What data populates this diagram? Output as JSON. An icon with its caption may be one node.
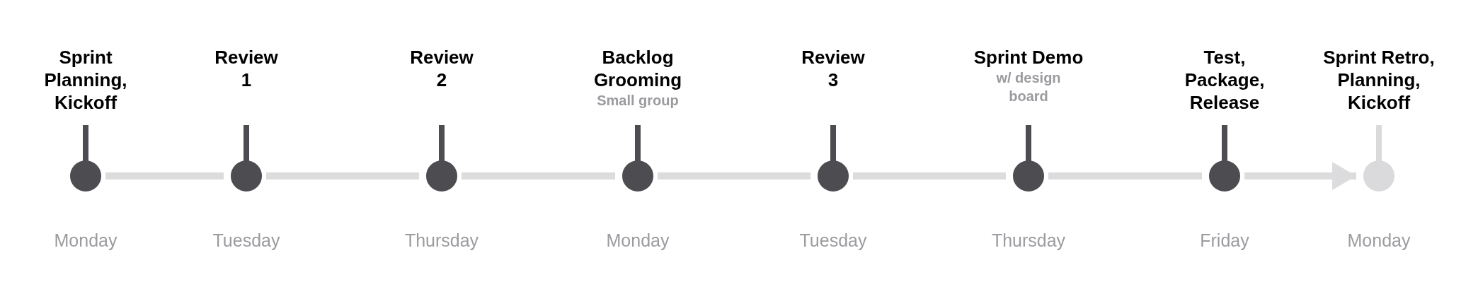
{
  "diagram": {
    "nodes": [
      {
        "text": [
          "Sprint Planning, Kickoff"
        ],
        "beside": [
          "Monday"
        ]
      },
      {
        "text": [
          "Review 1"
        ],
        "beside": [
          "Tuesday"
        ]
      },
      {
        "text": [
          "Review 2"
        ],
        "beside": [
          "Thursday"
        ]
      },
      {
        "text": [
          "Backlog Grooming",
          "Small group"
        ],
        "beside": [
          "Monday"
        ]
      },
      {
        "text": [
          "Review 3"
        ],
        "beside": [
          "Tuesday"
        ]
      },
      {
        "text": [
          "Sprint Demo",
          "w/ design board"
        ],
        "beside": [
          "Thursday"
        ]
      },
      {
        "text": [
          "Test, Package, Release"
        ],
        "beside": [
          "Friday"
        ]
      },
      {
        "text": [
          "Sprint Retro, Planning, Kickoff"
        ],
        "beside": [
          "Monday"
        ]
      }
    ],
    "edges": [
      {
        "from": 0,
        "to": 1,
        "arrow": "none"
      },
      {
        "from": 1,
        "to": 2,
        "arrow": "none"
      },
      {
        "from": 2,
        "to": 3,
        "arrow": "none"
      },
      {
        "from": 3,
        "to": 4,
        "arrow": "none"
      },
      {
        "from": 4,
        "to": 5,
        "arrow": "none"
      },
      {
        "from": 5,
        "to": 6,
        "arrow": "none"
      },
      {
        "from": 6,
        "to": 7,
        "arrow": "to"
      }
    ]
  }
}
